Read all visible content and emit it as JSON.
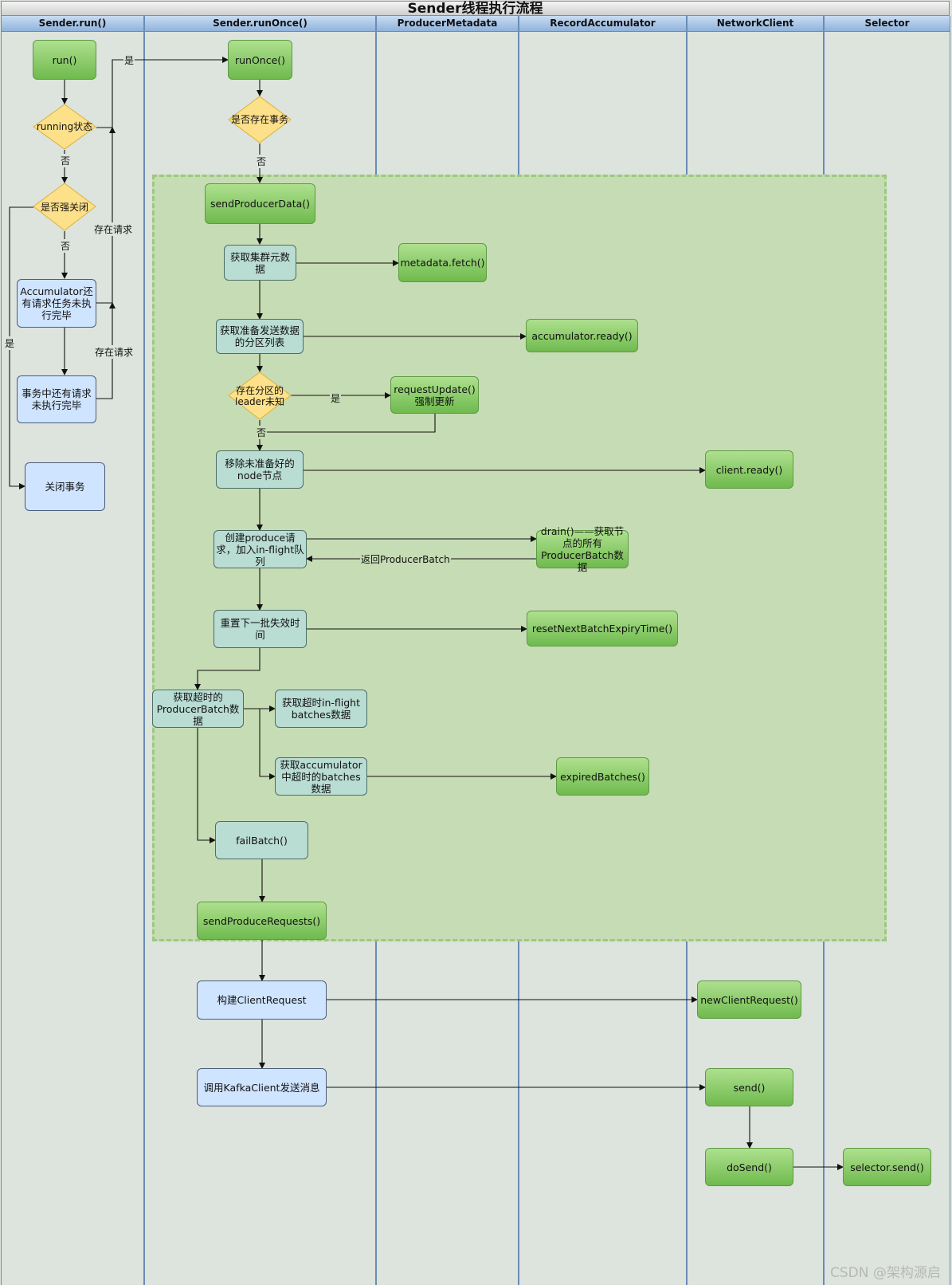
{
  "title": "Sender线程执行流程",
  "lanes": [
    "Sender.run()",
    "Sender.runOnce()",
    "ProducerMetadata",
    "RecordAccumulator",
    "NetworkClient",
    "Selector"
  ],
  "nodes": {
    "run": "run()",
    "running_state": "running状态",
    "force_close": "是否强关闭",
    "accumulator_pending": "Accumulator还有请求任务未执行完毕",
    "txn_pending": "事务中还有请求未执行完毕",
    "close_txn": "关闭事务",
    "run_once": "runOnce()",
    "has_txn": "是否存在事务",
    "send_producer_data": "sendProducerData()",
    "get_cluster_meta": "获取集群元数据",
    "metadata_fetch": "metadata.fetch()",
    "get_ready_partitions": "获取准备发送数据的分区列表",
    "accumulator_ready": "accumulator.ready()",
    "leader_unknown": "存在分区的leader未知",
    "request_update": "requestUpdate()强制更新",
    "remove_unready": "移除未准备好的node节点",
    "client_ready": "client.ready()",
    "create_produce": "创建produce请求，加入in-flight队列",
    "drain": "drain()——获取节点的所有ProducerBatch数据",
    "reset_expiry": "重置下一批失效时间",
    "reset_expiry_fn": "resetNextBatchExpiryTime()",
    "get_expired": "获取超时的ProducerBatch数据",
    "get_expired_inflight": "获取超时in-flight batches数据",
    "get_expired_acc": "获取accumulator中超时的batches数据",
    "expired_batches": "expiredBatches()",
    "fail_batch": "failBatch()",
    "send_produce_requests": "sendProduceRequests()",
    "build_client_request": "构建ClientRequest",
    "new_client_request": "newClientRequest()",
    "call_kafka_client": "调用KafkaClient发送消息",
    "send": "send()",
    "do_send": "doSend()",
    "selector_send": "selector.send()"
  },
  "edge_labels": {
    "yes": "是",
    "no": "否",
    "has_request": "存在请求",
    "return_batch": "返回ProducerBatch"
  },
  "watermark": "CSDN @架构源启"
}
